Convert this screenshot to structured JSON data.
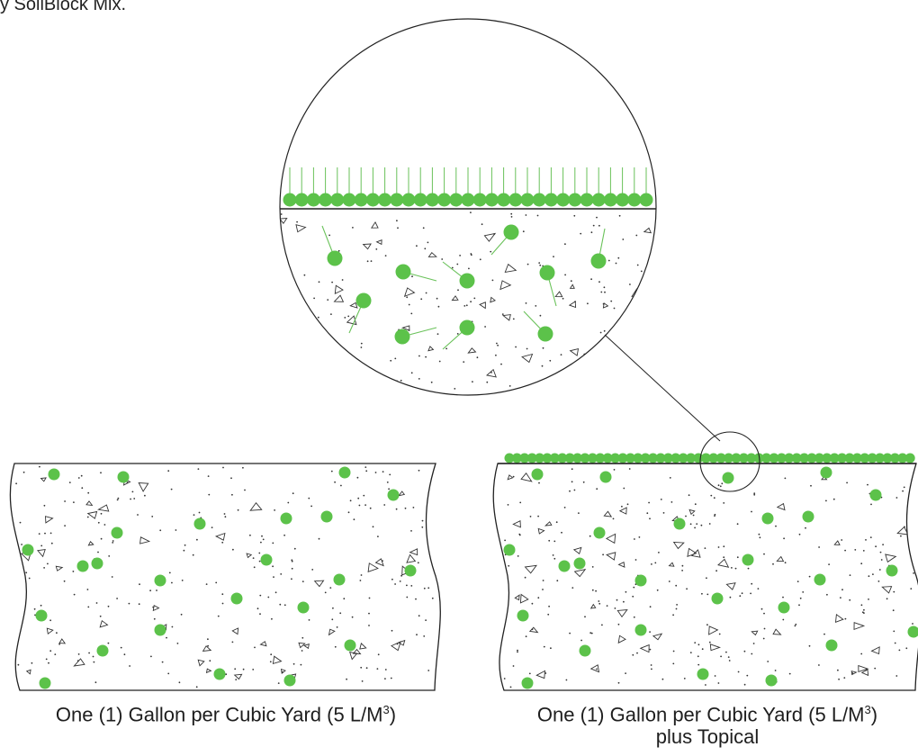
{
  "header_fragment": "y SoilBlock Mix.",
  "panels": [
    {
      "caption_main": "One (1) Gallon per Cubic Yard (5 L/M",
      "caption_sup": "3",
      "caption_end": ")",
      "caption_line2": ""
    },
    {
      "caption_main": "One (1) Gallon per Cubic Yard (5 L/M",
      "caption_sup": "3",
      "caption_end": ")",
      "caption_line2": "plus Topical"
    }
  ],
  "colors": {
    "particle": "#5cc24a",
    "line": "#222222",
    "hairline": "#6ac25a",
    "fill": "#ffffff"
  }
}
